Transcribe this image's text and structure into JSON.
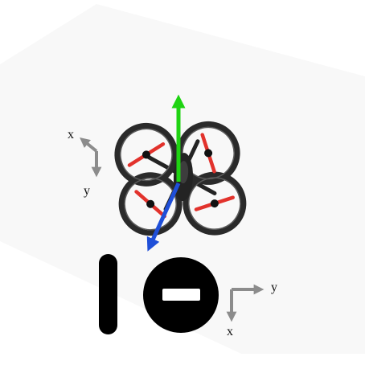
{
  "diagram": {
    "drone_axes": {
      "x_label": "x",
      "y_label": "y"
    },
    "world_axes": {
      "x_label": "x",
      "y_label": "y"
    },
    "colors": {
      "background_panel": "#f8f8f8",
      "axis_arrow": "#8c8c8c",
      "up_vector": "#1fd312",
      "heading_vector": "#1f4fd8",
      "propeller": "#e2322c",
      "drone_body": "#232323",
      "marker": "#000000",
      "marker_bar": "#ffffff"
    },
    "icons": {
      "drone": "quadcopter-icon",
      "marker_bar": "vertical-bar-marker",
      "marker_circle": "no-entry-marker"
    }
  }
}
